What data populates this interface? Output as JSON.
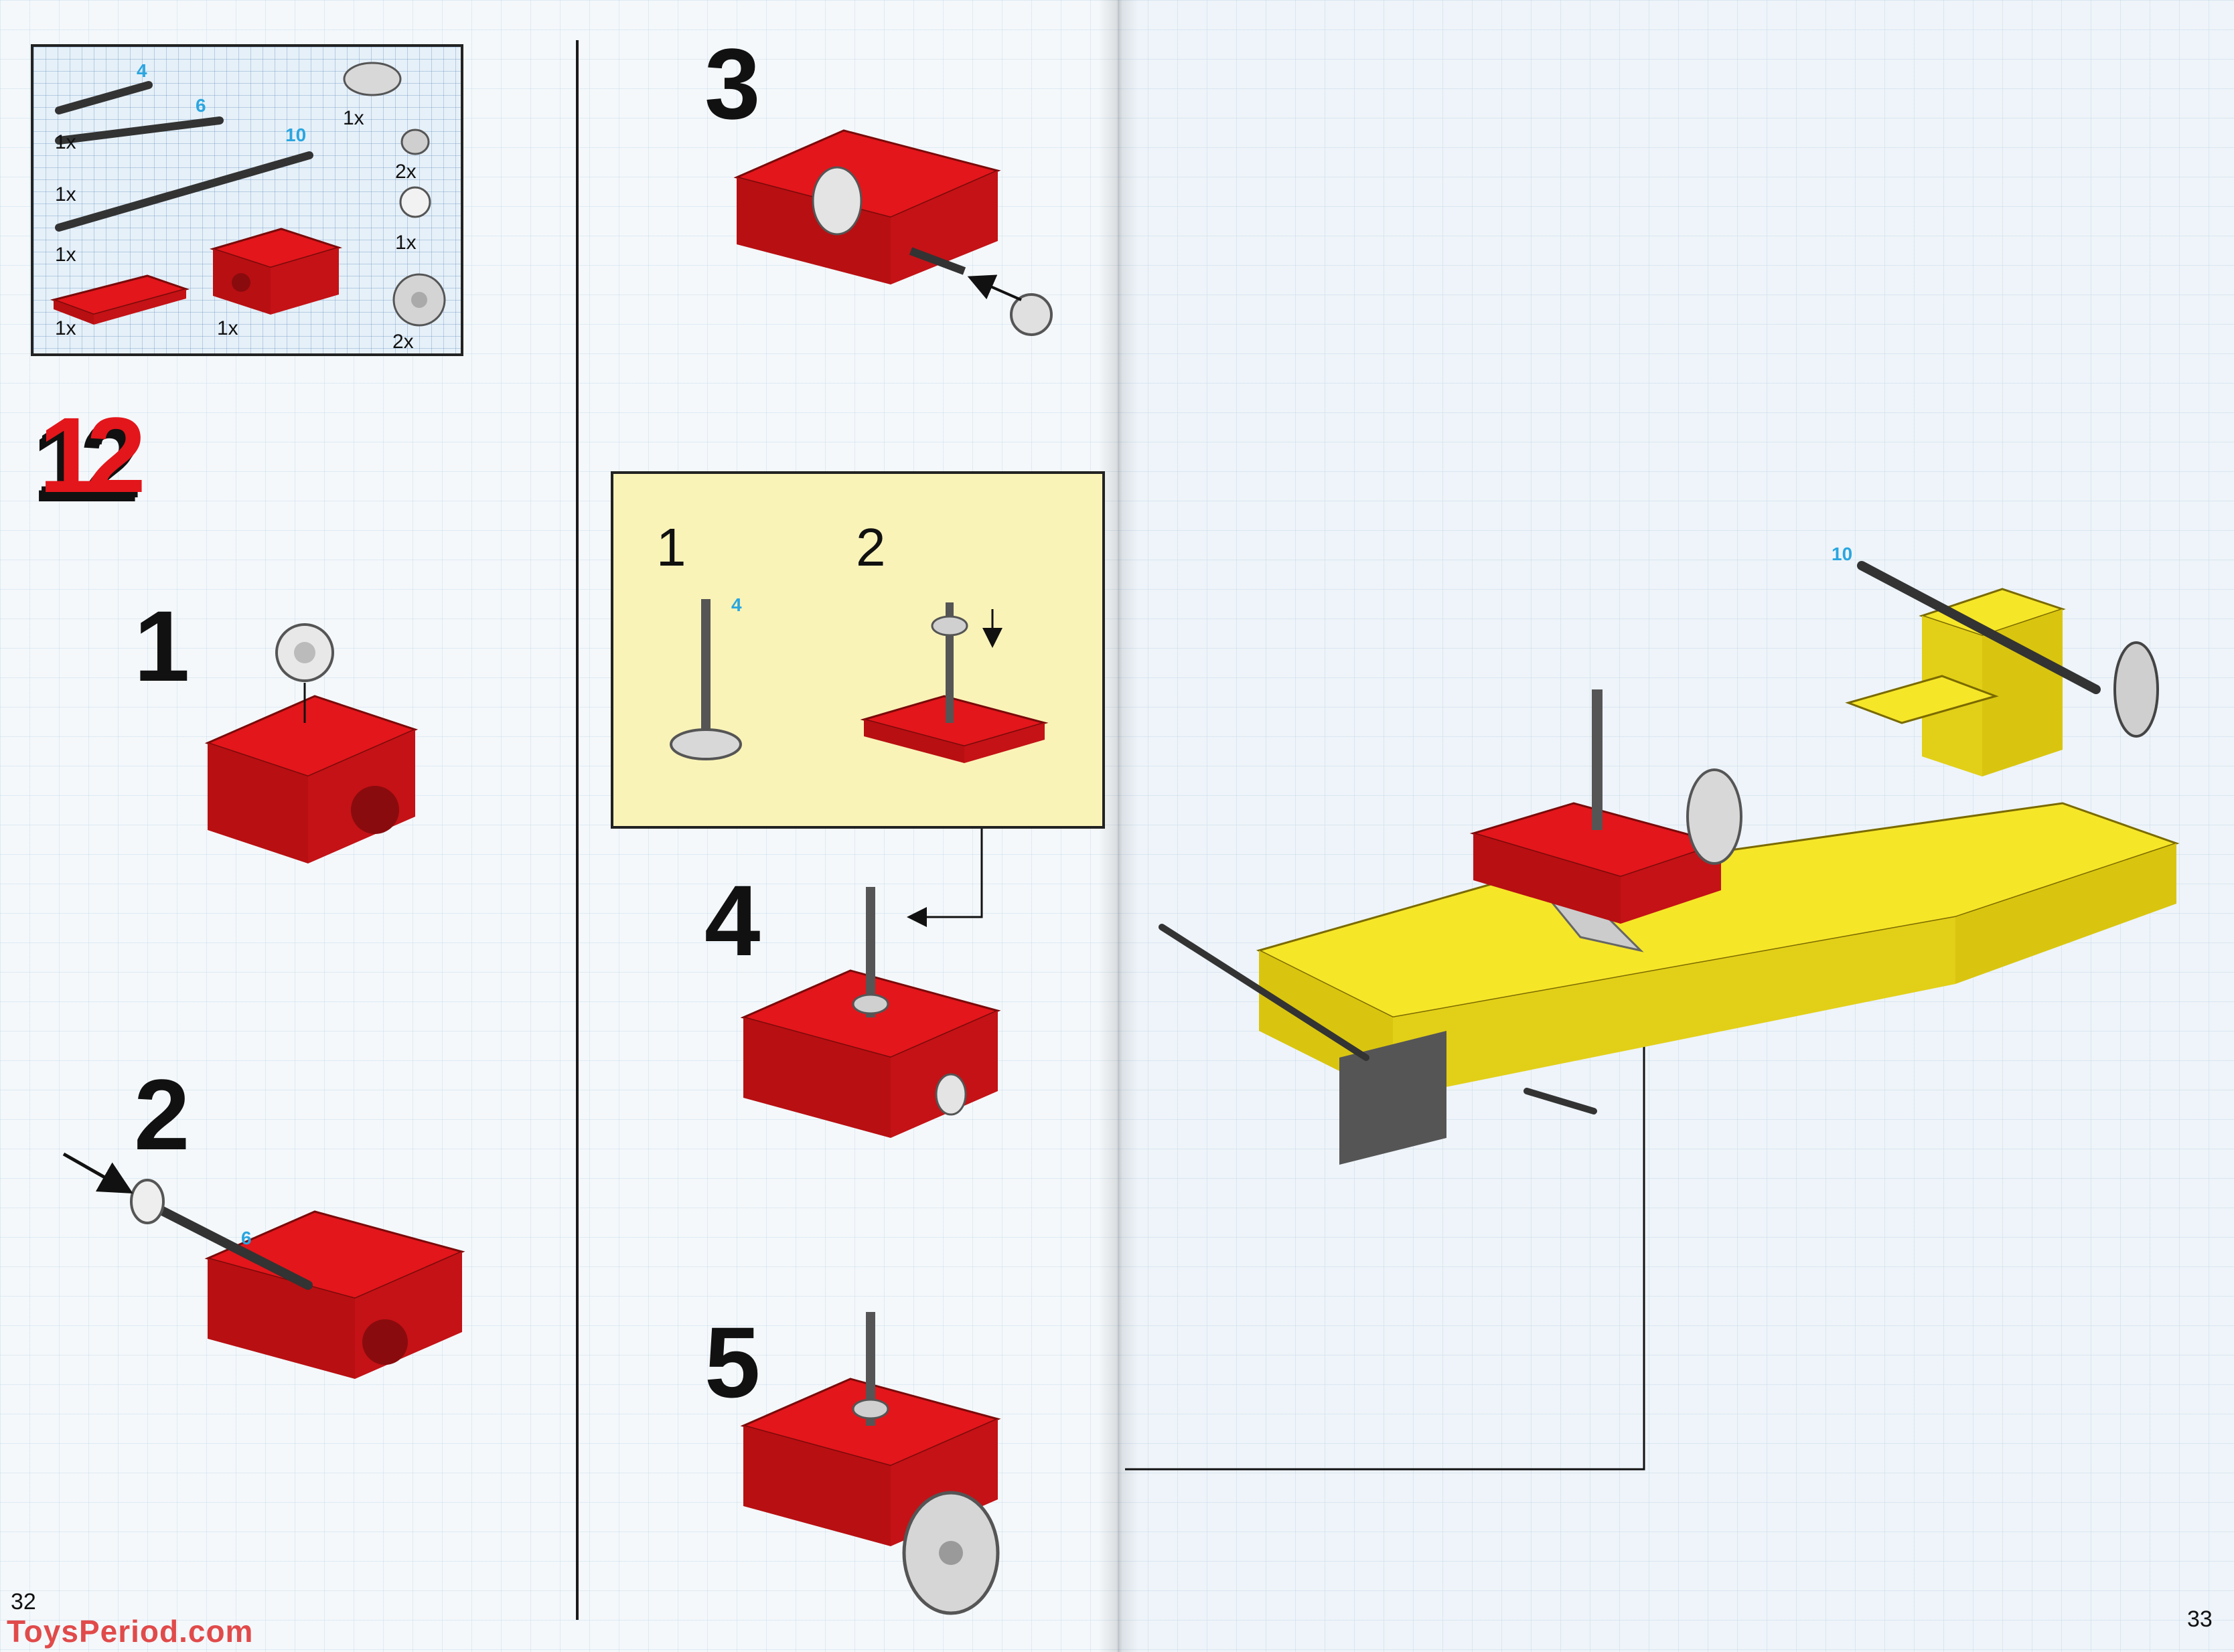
{
  "parts_list": {
    "lengths": [
      "4",
      "6",
      "10"
    ],
    "quantities": [
      "1x",
      "1x",
      "1x",
      "1x",
      "1x",
      "1x",
      "2x",
      "1x",
      "2x"
    ]
  },
  "main_step": "12",
  "left_page": {
    "steps": [
      "1",
      "2"
    ],
    "axle_label": "6",
    "page_number": "32"
  },
  "middle": {
    "steps": [
      "3",
      "4",
      "5"
    ],
    "callout": {
      "sub_steps": [
        "1",
        "2"
      ],
      "axle_label": "4"
    }
  },
  "right_page": {
    "axle_label": "10",
    "page_number": "33"
  },
  "watermark": "ToysPeriod.com",
  "colors": {
    "brick_red": "#e3161b",
    "brick_yellow": "#f6e628",
    "callout_bg": "#faf3b8",
    "length_label": "#2aa6e0",
    "watermark": "#e14a4a"
  }
}
